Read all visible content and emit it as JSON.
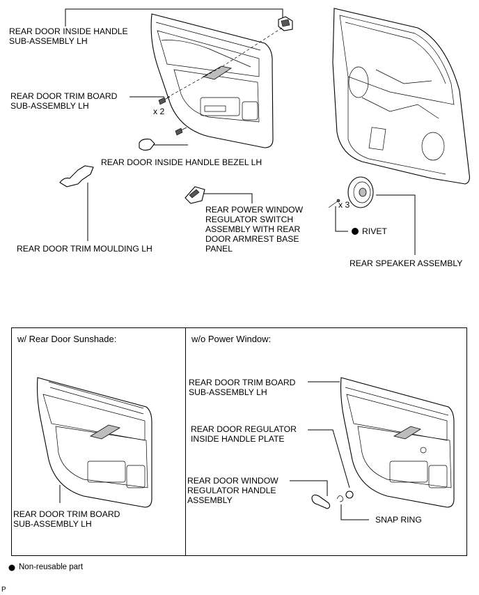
{
  "labels": {
    "inside_handle": "REAR DOOR INSIDE HANDLE\nSUB-ASSEMBLY LH",
    "trim_board": "REAR DOOR TRIM BOARD\nSUB-ASSEMBLY LH",
    "qty_screws": "x 2",
    "bezel": "REAR DOOR INSIDE HANDLE BEZEL LH",
    "moulding": "REAR DOOR TRIM MOULDING LH",
    "switch_assembly": "REAR POWER WINDOW\nREGULATOR SWITCH\nASSEMBLY WITH REAR\nDOOR ARMREST BASE\nPANEL",
    "qty_rivets": "x 3",
    "rivet": "RIVET",
    "speaker": "REAR SPEAKER ASSEMBLY"
  },
  "panel_left": {
    "title": "w/ Rear Door Sunshade:",
    "trim_board": "REAR DOOR TRIM BOARD\nSUB-ASSEMBLY LH"
  },
  "panel_right": {
    "title": "w/o Power Window:",
    "trim_board": "REAR DOOR TRIM BOARD\nSUB-ASSEMBLY LH",
    "handle_plate": "REAR DOOR REGULATOR\nINSIDE HANDLE PLATE",
    "handle_assembly": "REAR DOOR WINDOW\nREGULATOR HANDLE\nASSEMBLY",
    "snap_ring": "SNAP RING"
  },
  "legend": {
    "text": "Non-reusable part"
  },
  "footer": {
    "code": "P"
  }
}
